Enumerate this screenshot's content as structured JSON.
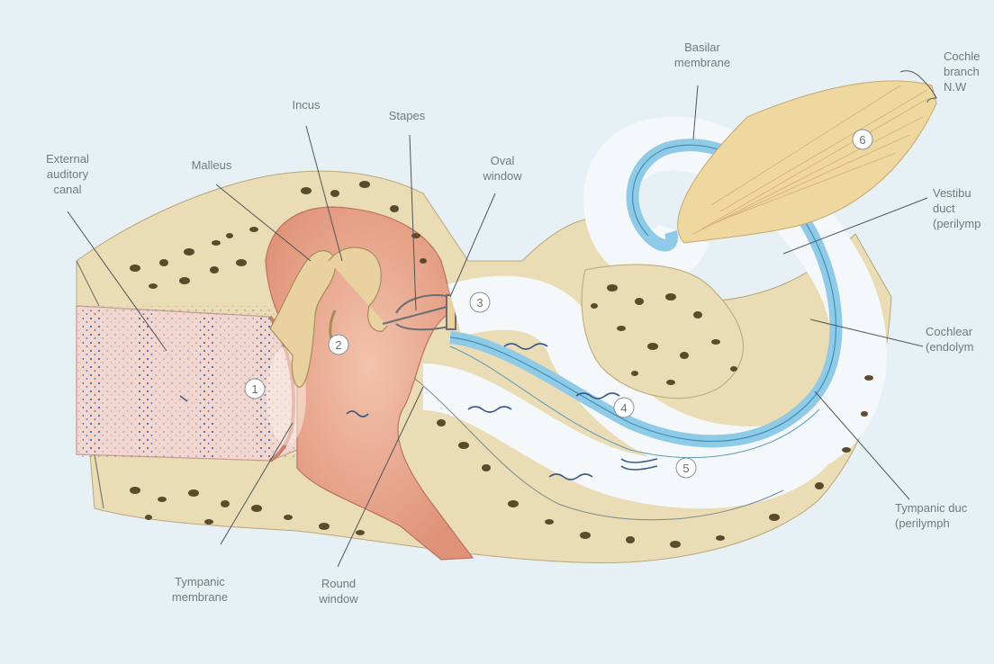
{
  "labels": {
    "external_auditory_canal": "External\nauditory\ncanal",
    "malleus": "Malleus",
    "incus": "Incus",
    "stapes": "Stapes",
    "oval_window": "Oval\nwindow",
    "basilar_membrane": "Basilar\nmembrane",
    "cochlear_branch": "Cochle\nbranch\nN.W",
    "vestibular_duct": "Vestibu\nduct\n(perilymp",
    "cochlear_duct": "Cochlear\n(endolym",
    "tympanic_duct": "Tympanic duc\n(perilymph",
    "tympanic_membrane": "Tympanic\nmembrane",
    "round_window": "Round\nwindow"
  },
  "steps": [
    "1",
    "2",
    "3",
    "4",
    "5",
    "6"
  ],
  "colors": {
    "background": "#e7f1f5",
    "bone": "#eadcb4",
    "bone_pore": "#5b4a2c",
    "canal_tissue": "#f3d7cf",
    "canal_dots": "#3d67b0",
    "middle_ear": "#e7a58a",
    "ossicles": "#ead2a0",
    "duct_blue": "#9fd2ea",
    "duct_light": "#f3f8fa",
    "nerve": "#efd7a0",
    "line": "#5b6266"
  }
}
